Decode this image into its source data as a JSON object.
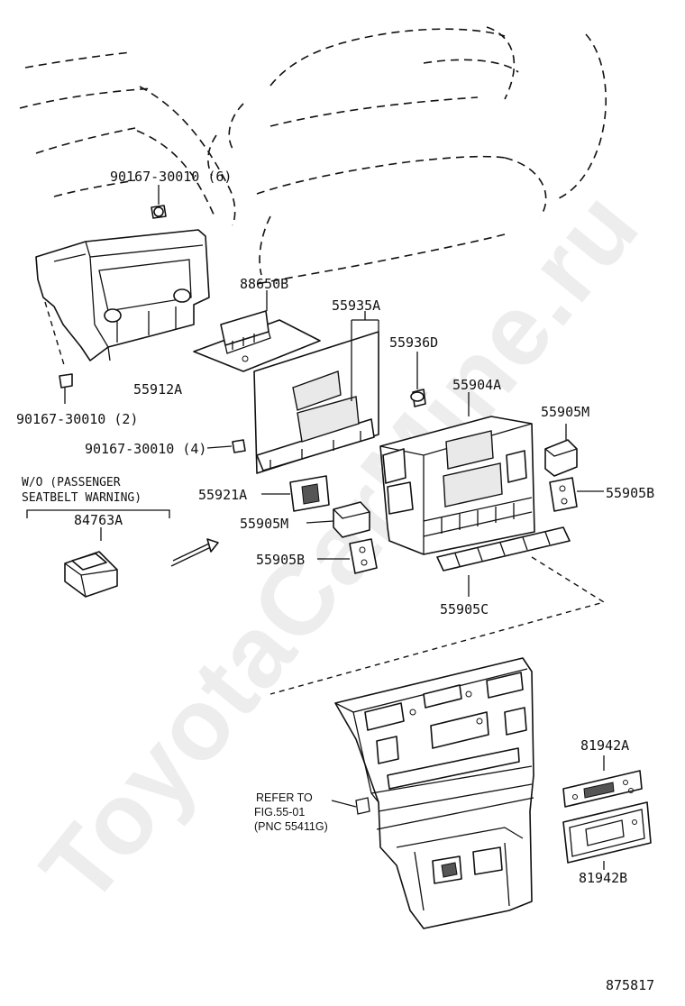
{
  "watermark": "ToyotaCarMine.ru",
  "figure_number": "875817",
  "labels": {
    "screw_6": "90167-30010 (6)",
    "screw_2": "90167-30010 (2)",
    "screw_4": "90167-30010 (4)",
    "bracket": "55912A",
    "board_88650b": "88650B",
    "panel_55935a": "55935A",
    "bulb_55936d": "55936D",
    "control_55904a": "55904A",
    "knob_55905m_right": "55905M",
    "knob_55905b_right": "55905B",
    "conn_55921a": "55921A",
    "knob_55905m_left": "55905M",
    "knob_55905b_left": "55905B",
    "knob_55905c": "55905C",
    "plate_81942a": "81942A",
    "plate_81942b": "81942B",
    "switch_84763a": "84763A"
  },
  "note": {
    "line1": "W/O (PASSENGER",
    "line2": "SEATBELT WARNING)"
  },
  "refer": {
    "line1": "REFER TO",
    "line2": "FIG.55-01",
    "line3": "(PNC 55411G)"
  }
}
